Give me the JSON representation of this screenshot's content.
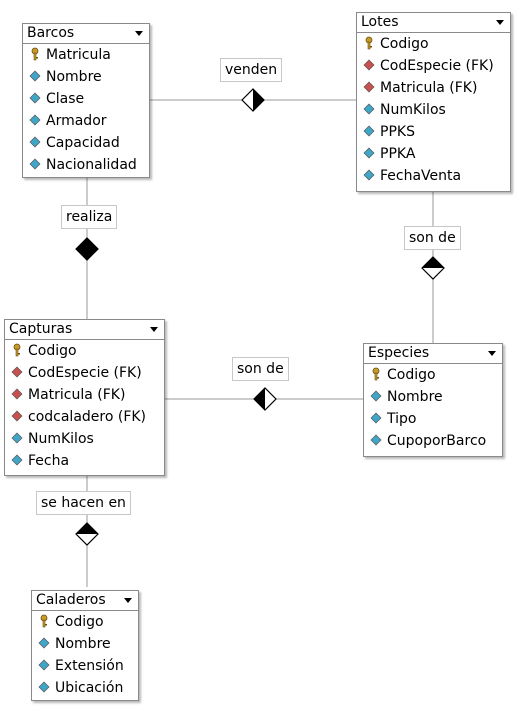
{
  "colors": {
    "primary_key": "#c89a2a",
    "foreign_key": "#c85050",
    "attribute": "#3fa6c8"
  },
  "entities": {
    "barcos": {
      "name": "Barcos",
      "attributes": [
        {
          "label": "Matricula",
          "icon": "key-icon"
        },
        {
          "label": "Nombre",
          "icon": "attribute-diamond-icon"
        },
        {
          "label": "Clase",
          "icon": "attribute-diamond-icon"
        },
        {
          "label": "Armador",
          "icon": "attribute-diamond-icon"
        },
        {
          "label": "Capacidad",
          "icon": "attribute-diamond-icon"
        },
        {
          "label": "Nacionalidad",
          "icon": "attribute-diamond-icon"
        }
      ]
    },
    "lotes": {
      "name": "Lotes",
      "attributes": [
        {
          "label": "Codigo",
          "icon": "key-icon"
        },
        {
          "label": "CodEspecie (FK)",
          "icon": "foreign-key-diamond-icon"
        },
        {
          "label": "Matricula (FK)",
          "icon": "foreign-key-diamond-icon"
        },
        {
          "label": "NumKilos",
          "icon": "attribute-diamond-icon"
        },
        {
          "label": "PPKS",
          "icon": "attribute-diamond-icon"
        },
        {
          "label": "PPKA",
          "icon": "attribute-diamond-icon"
        },
        {
          "label": "FechaVenta",
          "icon": "attribute-diamond-icon"
        }
      ]
    },
    "capturas": {
      "name": "Capturas",
      "attributes": [
        {
          "label": "Codigo",
          "icon": "key-icon"
        },
        {
          "label": "CodEspecie (FK)",
          "icon": "foreign-key-diamond-icon"
        },
        {
          "label": "Matricula (FK)",
          "icon": "foreign-key-diamond-icon"
        },
        {
          "label": "codcaladero (FK)",
          "icon": "foreign-key-diamond-icon"
        },
        {
          "label": "NumKilos",
          "icon": "attribute-diamond-icon"
        },
        {
          "label": "Fecha",
          "icon": "attribute-diamond-icon"
        }
      ]
    },
    "especies": {
      "name": "Especies",
      "attributes": [
        {
          "label": "Codigo",
          "icon": "key-icon"
        },
        {
          "label": "Nombre",
          "icon": "attribute-diamond-icon"
        },
        {
          "label": "Tipo",
          "icon": "attribute-diamond-icon"
        },
        {
          "label": "CupoporBarco",
          "icon": "attribute-diamond-icon"
        }
      ]
    },
    "caladeros": {
      "name": "Caladeros",
      "attributes": [
        {
          "label": "Codigo",
          "icon": "key-icon"
        },
        {
          "label": "Nombre",
          "icon": "attribute-diamond-icon"
        },
        {
          "label": "Extensión",
          "icon": "attribute-diamond-icon"
        },
        {
          "label": "Ubicación",
          "icon": "attribute-diamond-icon"
        }
      ]
    }
  },
  "relationships": {
    "venden": {
      "label": "venden",
      "from": "Barcos",
      "to": "Lotes"
    },
    "realiza": {
      "label": "realiza",
      "from": "Barcos",
      "to": "Capturas"
    },
    "lotes_especies": {
      "label": "son de",
      "from": "Lotes",
      "to": "Especies"
    },
    "capturas_especies": {
      "label": "son de",
      "from": "Capturas",
      "to": "Especies"
    },
    "se_hacen_en": {
      "label": "se hacen en",
      "from": "Capturas",
      "to": "Caladeros"
    }
  }
}
